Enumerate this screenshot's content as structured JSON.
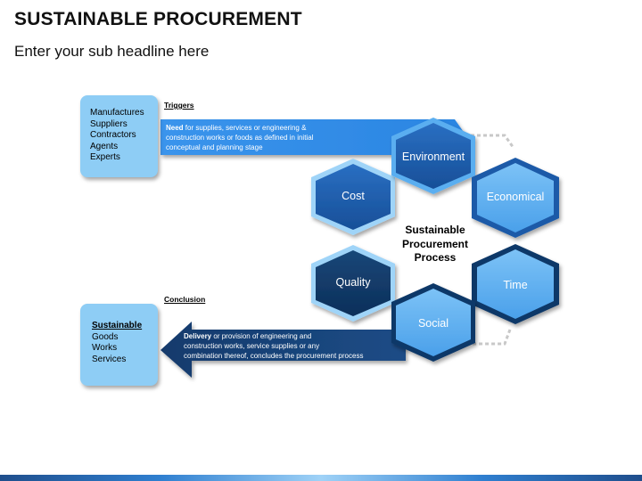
{
  "header": {
    "title": "SUSTAINABLE PROCUREMENT",
    "subtitle": "Enter your sub headline here"
  },
  "triggers": {
    "label": "Triggers",
    "items": [
      "Manufactures",
      "Suppliers",
      "Contractors",
      "Agents",
      "Experts"
    ],
    "arrow_bold": "Need",
    "arrow_text_1": " for supplies, services or engineering &",
    "arrow_text_2": "construction works or foods as defined in initial",
    "arrow_text_3": "conceptual and planning stage"
  },
  "conclusion": {
    "label": "Conclusion",
    "heading": "Sustainable",
    "items": [
      "Goods",
      "Works",
      "Services"
    ],
    "arrow_bold": "Delivery",
    "arrow_text_1": " or provision of engineering and",
    "arrow_text_2": "construction works, service supplies or any",
    "arrow_text_3": "combination thereof, concludes the procurement process"
  },
  "process": {
    "center_line1": "Sustainable",
    "center_line2": "Procurement",
    "center_line3": "Process",
    "hexagons": {
      "environment": "Environment",
      "economical": "Economical",
      "time": "Time",
      "social": "Social",
      "quality": "Quality",
      "cost": "Cost"
    }
  },
  "colors": {
    "dark_blue": "#1b5aa8",
    "navy": "#0f3868",
    "light_blue": "#5aaef0",
    "box_blue": "#8ecdf5",
    "arrow_blue": "#2b8ae6",
    "arrow_navy": "#163e73"
  }
}
